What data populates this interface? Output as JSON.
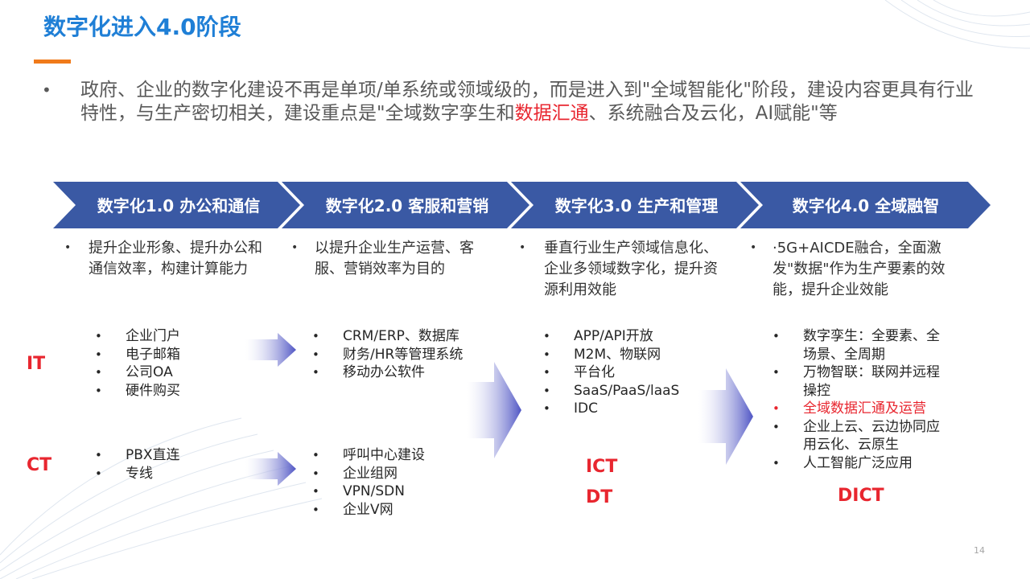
{
  "title": "数字化进入4.0阶段",
  "intro": {
    "bullet": "•",
    "text_before": "政府、企业的数字化建设不再是单项/单系统或领域级的，而是进入到\"全域智能化\"阶段，建设内容更具有行业特性，与生产密切相关，建设重点是\"全域数字孪生和",
    "highlight": "数据汇通",
    "text_after": "、系统融合及云化，AI赋能\"等"
  },
  "stages": [
    {
      "label": "数字化1.0 办公和通信",
      "desc": "提升企业形象、提升办公和 通信效率，构建计算能力"
    },
    {
      "label": "数字化2.0 客服和营销",
      "desc": "以提升企业生产运营、客服、营销效率为目的"
    },
    {
      "label": "数字化3.0 生产和管理",
      "desc": "垂直行业生产领域信息化、企业多领域数字化，提升资源利用效能"
    },
    {
      "label": "数字化4.0 全域融智",
      "desc": "·5G+AICDE融合，全面激发\"数据\"作为生产要素的效能，提升企业效能"
    }
  ],
  "lists": {
    "it_1": [
      "企业门户",
      "电子邮箱",
      "公司OA",
      "硬件购买"
    ],
    "ct_1": [
      "PBX直连",
      "专线"
    ],
    "it_2": [
      "CRM/ERP、数据库",
      "财务/HR等管理系统",
      "移动办公软件"
    ],
    "ct_2": [
      " 呼叫中心建设",
      " 企业组网",
      "VPN/SDN",
      "企业V网"
    ],
    "s3": [
      "APP/API开放",
      "M2M、物联网",
      "平台化",
      "SaaS/PaaS/laaS",
      "IDC"
    ],
    "s4": [
      "数字孪生：全要素、全场景、全周期",
      "万物智联：联网并远程操控",
      "全域数据汇通及运营",
      "企业上云、云边协同应用云化、云原生",
      "人工智能广泛应用"
    ]
  },
  "labels": {
    "it": "IT",
    "ct": "CT",
    "ict": "ICT",
    "dt": "DT",
    "dict": "DICT"
  },
  "page_number": "14",
  "colors": {
    "title": "#1f7fd6",
    "chevron": "#3a59a4",
    "accent_red": "#e8262f",
    "underline": "#f07a1a",
    "arrow": "#5a5fc8"
  }
}
